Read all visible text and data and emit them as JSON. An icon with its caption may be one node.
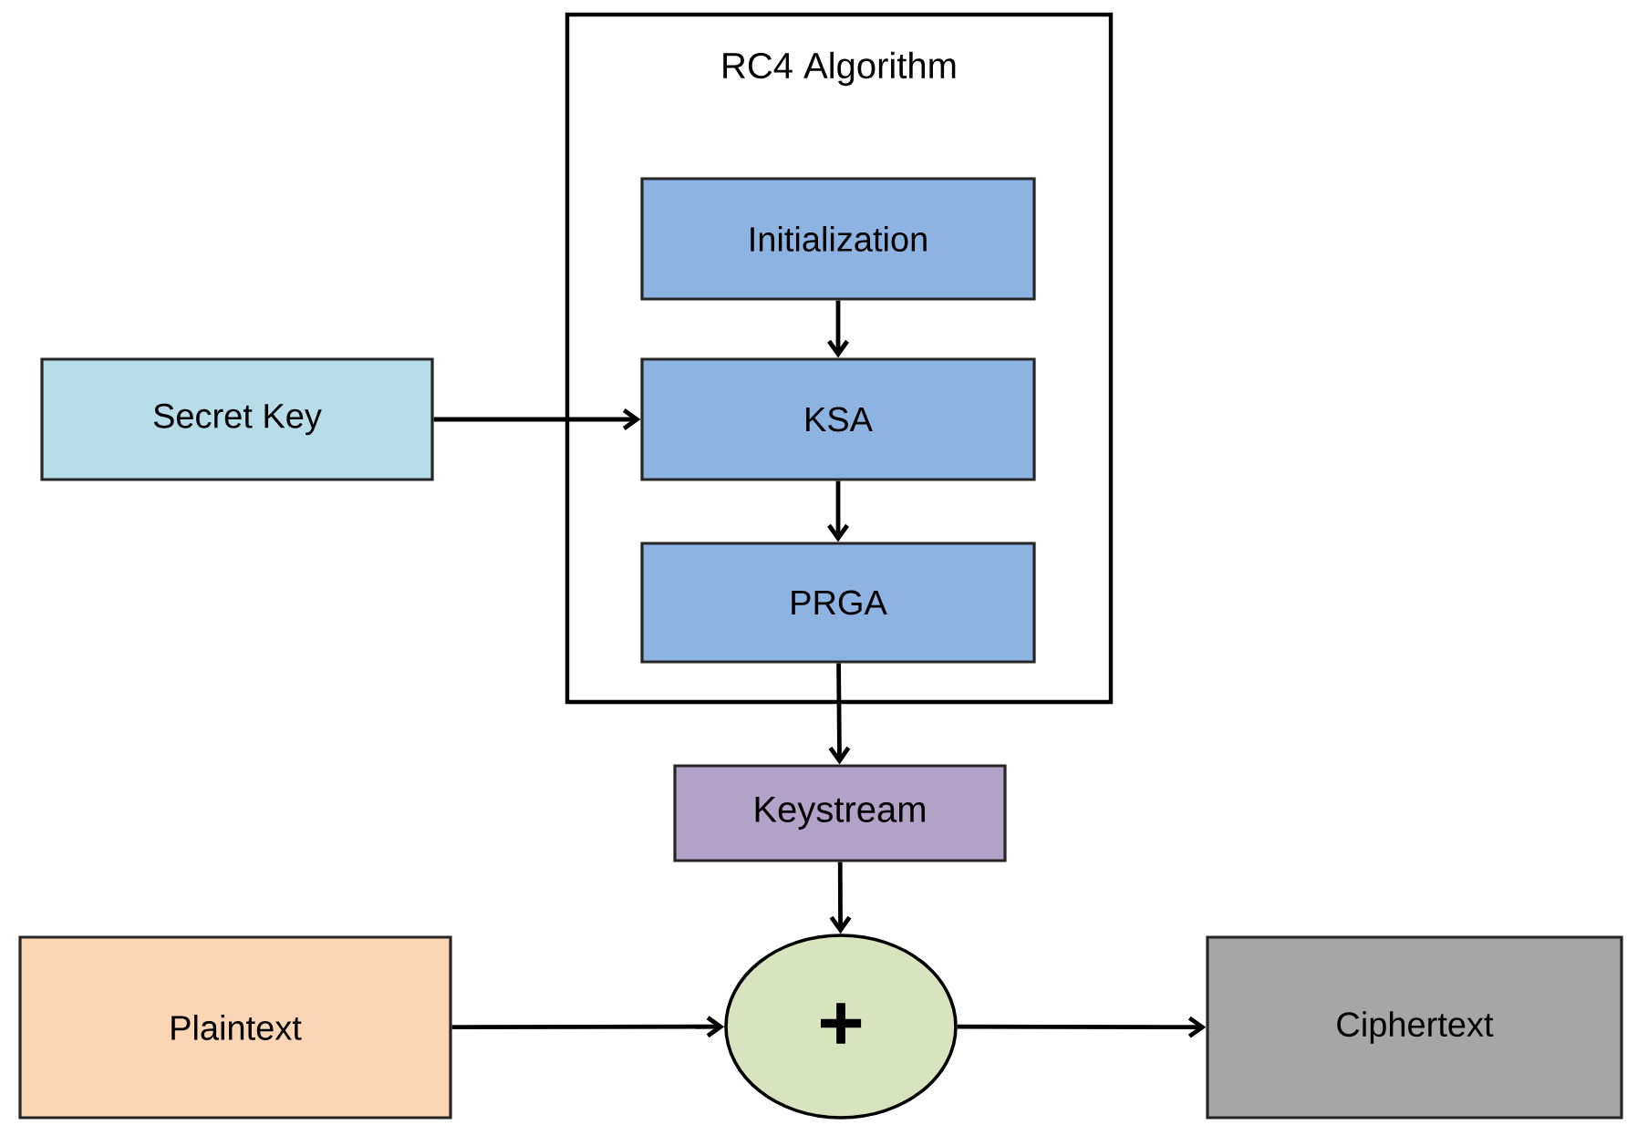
{
  "diagram": {
    "nodes": [
      {
        "text": [
          "RC4 Algorithm"
        ]
      },
      {
        "text": [
          "Initialization"
        ],
        "in": 0
      },
      {
        "text": [
          "KSA"
        ],
        "in": 0
      },
      {
        "text": [
          "PRGA"
        ],
        "in": 0
      },
      {
        "text": [
          "Secret Key"
        ]
      },
      {
        "text": [
          "Keystream"
        ]
      },
      {
        "text": [
          "+"
        ]
      },
      {
        "text": [
          "Plaintext"
        ]
      },
      {
        "text": [
          "Ciphertext"
        ]
      }
    ],
    "edges": [
      {
        "from": 1,
        "to": 2,
        "arrow": "to"
      },
      {
        "from": 2,
        "to": 3,
        "arrow": "to"
      },
      {
        "from": 4,
        "to": 2,
        "arrow": "to"
      },
      {
        "from": 3,
        "to": 5,
        "arrow": "to"
      },
      {
        "from": 5,
        "to": 6,
        "arrow": "to"
      },
      {
        "from": 7,
        "to": 6,
        "arrow": "to"
      },
      {
        "from": 6,
        "to": 8,
        "arrow": "to"
      }
    ]
  }
}
